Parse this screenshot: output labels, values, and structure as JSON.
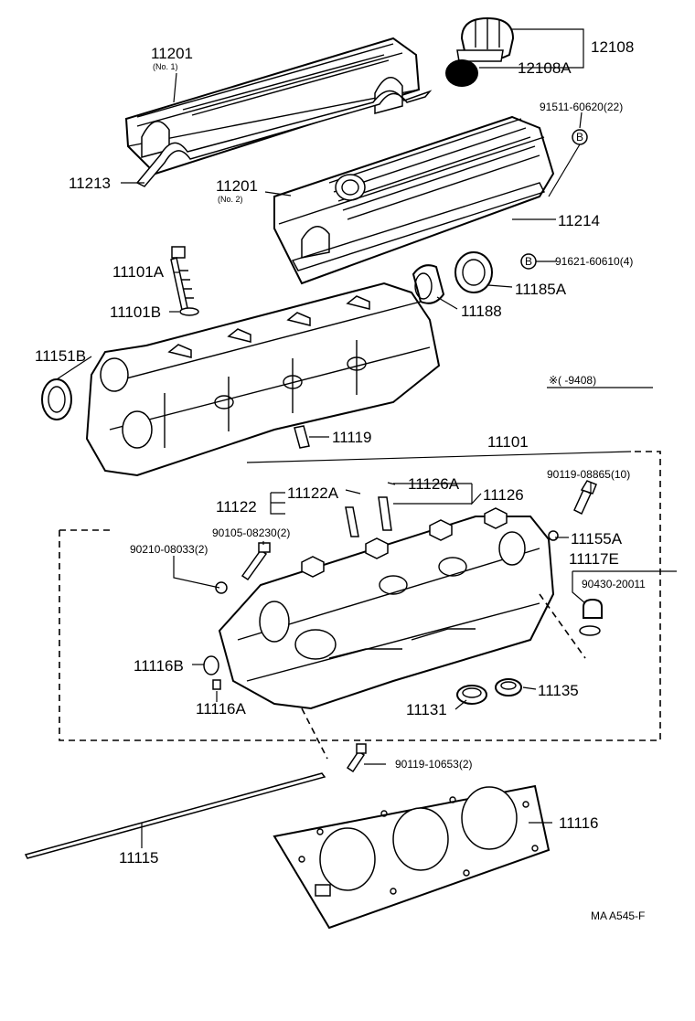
{
  "title": "",
  "labels": {
    "p11201_no1": "11201",
    "p11201_no1_note": "(No. 1)",
    "p12108": "12108",
    "p12108A": "12108A",
    "p91511": "91511-60620(22)",
    "p11213": "11213",
    "p11201_no2": "11201",
    "p11201_no2_note": "(No. 2)",
    "p11214": "11214",
    "p91621": "91621-60610(4)",
    "p11101A": "11101A",
    "p11185A": "11185A",
    "p11101B": "11101B",
    "p11188": "11188",
    "p11151B": "11151B",
    "date_range": "※(     -9408)",
    "p11119": "11119",
    "p11101": "11101",
    "p11122A": "11122A",
    "p11126A": "11126A",
    "p11122": "11122",
    "p11126": "11126",
    "p90119_08865": "90119-08865(10)",
    "p90105": "90105-08230(2)",
    "p11155A": "11155A",
    "p90210": "90210-08033(2)",
    "p11117E": "11117E",
    "p90430": "90430-20011",
    "p11116B": "11116B",
    "p11135": "11135",
    "p11116A": "11116A",
    "p11131": "11131",
    "p90119_10653": "90119-10653(2)",
    "p11116": "11116",
    "p11115": "11115",
    "ref_code": "MA A545-F",
    "marker_b": "B"
  }
}
